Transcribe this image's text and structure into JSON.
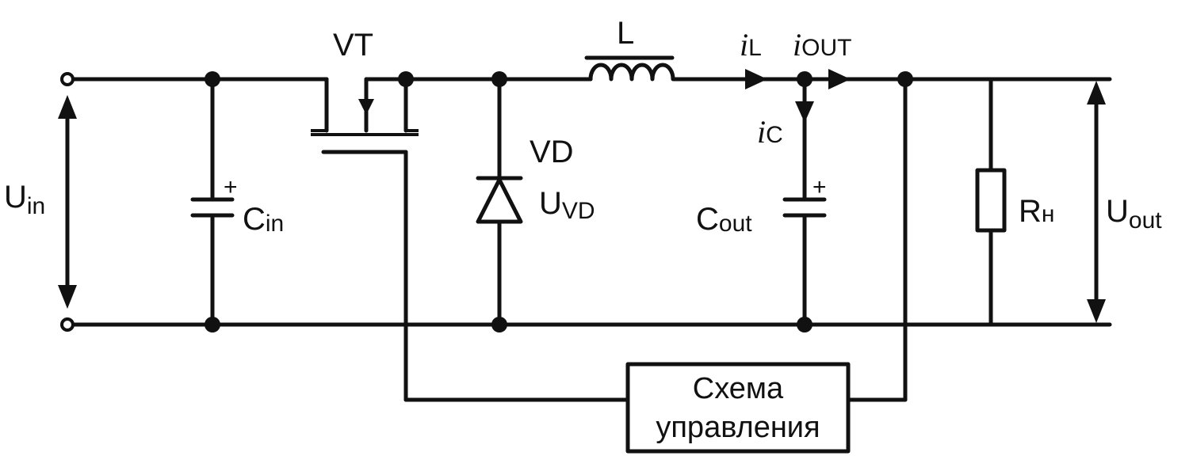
{
  "labels": {
    "u_in_main": "U",
    "u_in_sub": "in",
    "c_in_main": "C",
    "c_in_sub": "in",
    "vt": "VT",
    "vd": "VD",
    "u_vd_main": "U",
    "u_vd_sub": "VD",
    "l": "L",
    "i_l_main": "i",
    "i_l_sub": "L",
    "i_out_main": "i",
    "i_out_sub": "OUT",
    "i_c_main": "i",
    "i_c_sub": "C",
    "c_out_main": "C",
    "c_out_sub": "out",
    "r_h_main": "R",
    "r_h_sub": "н",
    "u_out_main": "U",
    "u_out_sub": "out",
    "plus": "+"
  },
  "control_block": {
    "line1": "Схема",
    "line2": "управления"
  }
}
